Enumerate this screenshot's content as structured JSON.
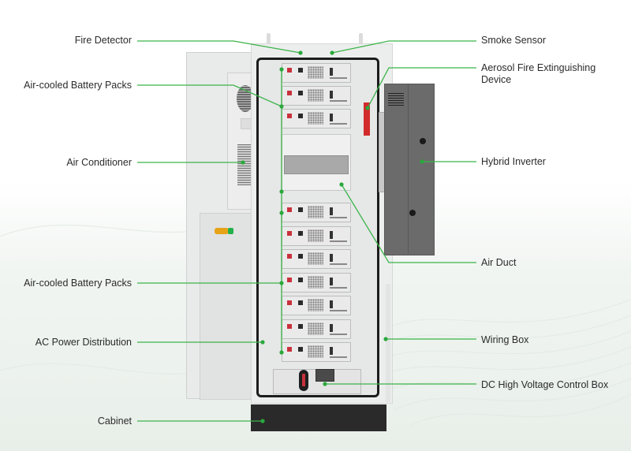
{
  "diagram": {
    "title": "Energy storage cabinet component callouts",
    "accent_color": "#3bb44a",
    "callouts_left": [
      {
        "id": "fire-detector",
        "label": "Fire Detector"
      },
      {
        "id": "air-cooled-battery-packs-top",
        "label": "Air-cooled Battery Packs"
      },
      {
        "id": "air-conditioner",
        "label": "Air Conditioner"
      },
      {
        "id": "air-cooled-battery-packs-bottom",
        "label": "Air-cooled Battery Packs"
      },
      {
        "id": "ac-power-distribution",
        "label": "AC Power Distribution"
      },
      {
        "id": "cabinet",
        "label": "Cabinet"
      }
    ],
    "callouts_right": [
      {
        "id": "smoke-sensor",
        "label": "Smoke Sensor"
      },
      {
        "id": "aerosol-fire-extinguishing-device",
        "label": "Aerosol Fire Extinguishing Device"
      },
      {
        "id": "hybrid-inverter",
        "label": "Hybrid Inverter"
      },
      {
        "id": "air-duct",
        "label": "Air Duct"
      },
      {
        "id": "wiring-box",
        "label": "Wiring Box"
      },
      {
        "id": "dc-high-voltage-control-box",
        "label": "DC High Voltage Control Box"
      }
    ],
    "battery_modules_upper": 3,
    "battery_modules_lower": 7
  }
}
